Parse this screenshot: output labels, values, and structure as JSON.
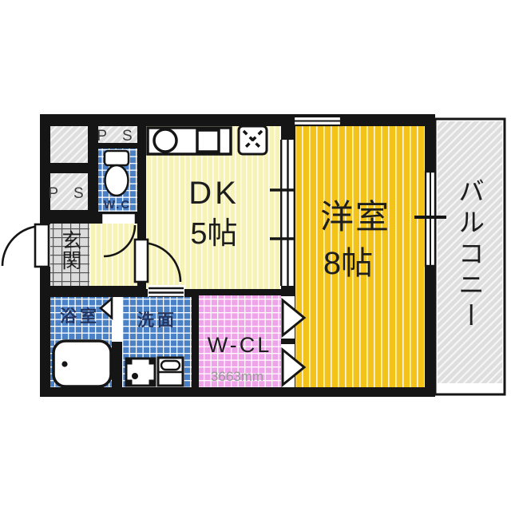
{
  "floorplan": {
    "type": "japanese-apartment-floor-plan",
    "rooms": {
      "dk": {
        "name": "DK",
        "size": "5帖"
      },
      "western_room": {
        "name": "洋室",
        "size": "8帖"
      },
      "balcony": {
        "name": "バルコニー"
      },
      "entrance": {
        "name": "玄関"
      },
      "bathroom": {
        "name": "浴室"
      },
      "washroom": {
        "name": "洗面"
      },
      "toilet": {
        "name": "W.C"
      },
      "walk_in_closet": {
        "name": "W-CL",
        "width_label": "3663mm"
      },
      "pipe_space_top": {
        "label": "P S"
      },
      "pipe_space_left": {
        "label": "P S"
      }
    },
    "fixtures": {
      "toilet": "toilet-icon",
      "kitchen_sink": "kitchen-sink-icon",
      "kitchen_counter": "kitchen-counter-icon",
      "stove": "stove-icon",
      "bathtub": "bathtub-icon",
      "washer_pan": "washing-machine-pan-icon",
      "laundry_sink": "laundry-sink-icon"
    },
    "colors": {
      "wall": "#151515",
      "dk_floor": "#f7f3b6",
      "western_floor": "#f3c31a",
      "wet_tile": "#4a80c6",
      "closet_pink": "#efa3e8",
      "hatch_gray": "#dedede",
      "entrance_gray": "#dcdcdc",
      "dim_text": "#9a9a9a",
      "navy_text": "#26355e"
    }
  }
}
